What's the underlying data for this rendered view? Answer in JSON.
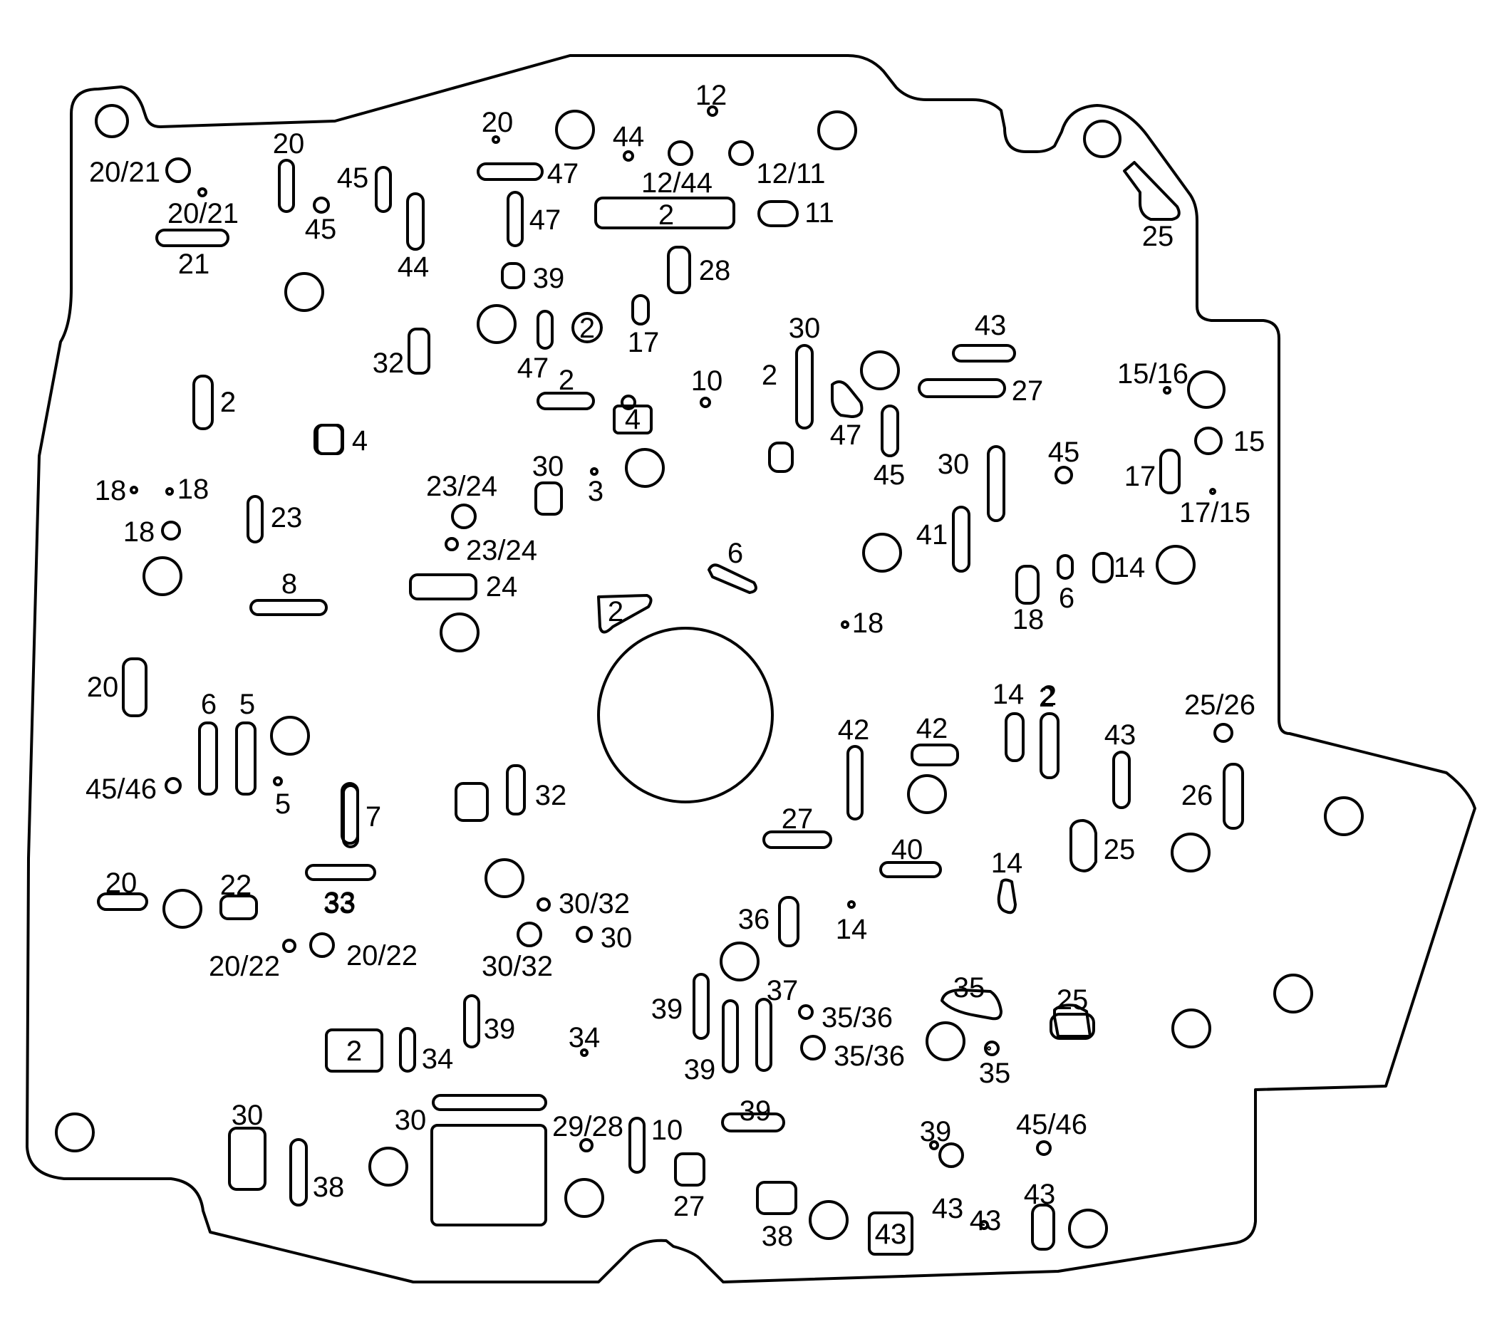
{
  "labels": [
    "20/21",
    "20",
    "45",
    "45",
    "44",
    "20/21",
    "21",
    "20",
    "47",
    "47",
    "39",
    "12",
    "44",
    "12/44",
    "12/11",
    "2",
    "11",
    "28",
    "25",
    "2",
    "17",
    "32",
    "47",
    "2",
    "10",
    "2",
    "30",
    "43",
    "27",
    "15/16",
    "15",
    "2",
    "4",
    "47",
    "45",
    "30",
    "45",
    "17",
    "17/15",
    "18",
    "18",
    "23",
    "18",
    "23/24",
    "30",
    "3",
    "23/24",
    "24",
    "8",
    "41",
    "14",
    "6",
    "6",
    "18",
    "2",
    "18",
    "20",
    "6",
    "5",
    "45/46",
    "5",
    "7",
    "33",
    "32",
    "42",
    "42",
    "14",
    "2",
    "25/26",
    "43",
    "26",
    "27",
    "40",
    "25",
    "20",
    "22",
    "33",
    "14",
    "30/32",
    "30",
    "20/22",
    "20/22",
    "30/32",
    "36",
    "14",
    "37",
    "35",
    "25",
    "35/36",
    "35/36",
    "35",
    "39",
    "39",
    "39",
    "2",
    "34",
    "34",
    "30",
    "39",
    "29/28",
    "10",
    "39",
    "45/46",
    "30",
    "38",
    "27",
    "38",
    "43",
    "43",
    "43",
    "43"
  ],
  "boxed_labels": [
    "4",
    "2",
    "2",
    "43"
  ],
  "circled_labels": [
    "2"
  ]
}
